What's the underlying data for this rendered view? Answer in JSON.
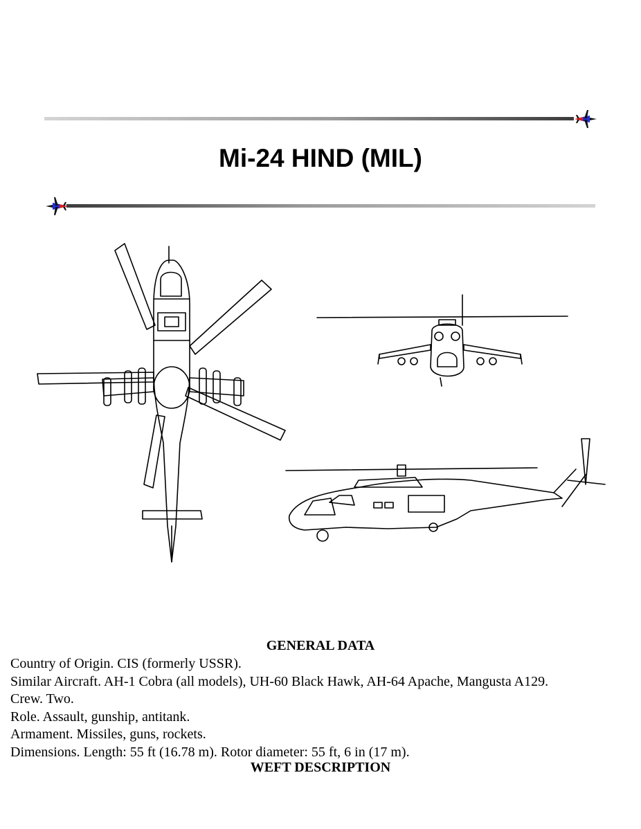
{
  "title": "Mi-24 HIND (MIL)",
  "sections": {
    "general_heading": "GENERAL DATA",
    "weft_heading": "WEFT DESCRIPTION"
  },
  "general_data": [
    "Country of Origin. CIS (formerly USSR).",
    "Similar Aircraft. AH-1 Cobra (all models), UH-60 Black Hawk, AH-64 Apache, Mangusta A129.",
    "Crew. Two.",
    "Role. Assault, gunship, antitank.",
    "Armament. Missiles, guns, rockets.",
    "Dimensions. Length: 55 ft (16.78 m). Rotor diameter: 55 ft, 6 in (17 m)."
  ],
  "colors": {
    "jet_red": "#d81e1e",
    "jet_blue": "#1e2fd8"
  }
}
